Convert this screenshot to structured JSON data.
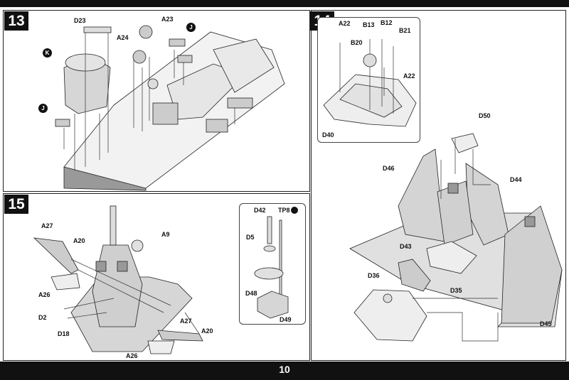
{
  "page": {
    "number": "10"
  },
  "steps": [
    {
      "number": "13"
    },
    {
      "number": "14"
    },
    {
      "number": "15"
    }
  ],
  "step13": {
    "labels": [
      "D23",
      "A23",
      "A24",
      "K",
      "J",
      "J"
    ]
  },
  "step14": {
    "inset_labels": [
      "A22",
      "B13",
      "B12",
      "B21",
      "B20",
      "A22",
      "D40"
    ],
    "labels": [
      "D50",
      "D46",
      "D44",
      "D43",
      "D36",
      "D35",
      "D45"
    ]
  },
  "step15": {
    "labels": [
      "A27",
      "A20",
      "A9",
      "A26",
      "D2",
      "D18",
      "A27",
      "A20",
      "A26"
    ],
    "inset_labels": [
      "D42",
      "TP8",
      "D5",
      "D48",
      "D49"
    ]
  }
}
